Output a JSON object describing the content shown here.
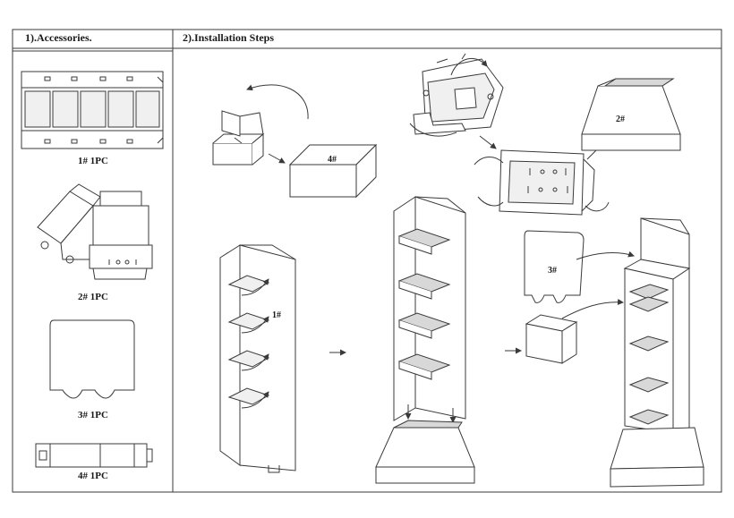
{
  "sections": {
    "accessories_title": "1).Accessories.",
    "installation_title": "2).Installation Steps"
  },
  "accessories": [
    {
      "label": "1# 1PC"
    },
    {
      "label": "2# 1PC"
    },
    {
      "label": "3# 1PC"
    },
    {
      "label": "4# 1PC"
    }
  ],
  "part_numbers": {
    "p1": "1#",
    "p2": "2#",
    "p3": "3#",
    "p4": "4#"
  }
}
